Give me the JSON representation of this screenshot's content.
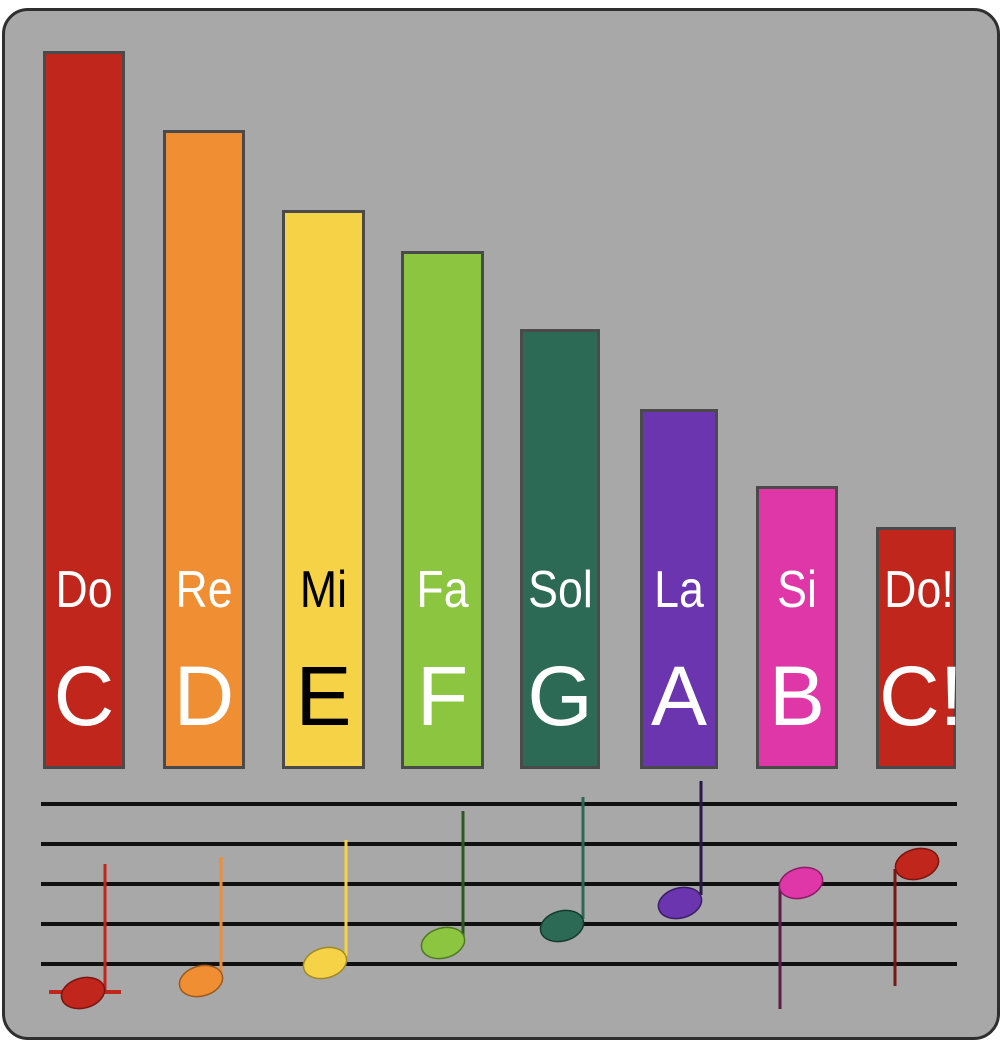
{
  "bars": [
    {
      "solfege": "Do",
      "letter": "C",
      "color": "#c0261c",
      "text_color": "#ffffff"
    },
    {
      "solfege": "Re",
      "letter": "D",
      "color": "#ef8e33",
      "text_color": "#ffffff"
    },
    {
      "solfege": "Mi",
      "letter": "E",
      "color": "#f6d346",
      "text_color": "#000000"
    },
    {
      "solfege": "Fa",
      "letter": "F",
      "color": "#8cc53f",
      "text_color": "#ffffff"
    },
    {
      "solfege": "Sol",
      "letter": "G",
      "color": "#2c6a55",
      "text_color": "#ffffff"
    },
    {
      "solfege": "La",
      "letter": "A",
      "color": "#6a35ae",
      "text_color": "#ffffff"
    },
    {
      "solfege": "Si",
      "letter": "B",
      "color": "#e037a8",
      "text_color": "#ffffff"
    },
    {
      "solfege": "Do!",
      "letter": "C!",
      "color": "#c0261c",
      "text_color": "#ffffff"
    }
  ],
  "colors": {
    "background": "#a7a8a7",
    "border": "#2f2f2f",
    "staff_lines": "#111111"
  }
}
